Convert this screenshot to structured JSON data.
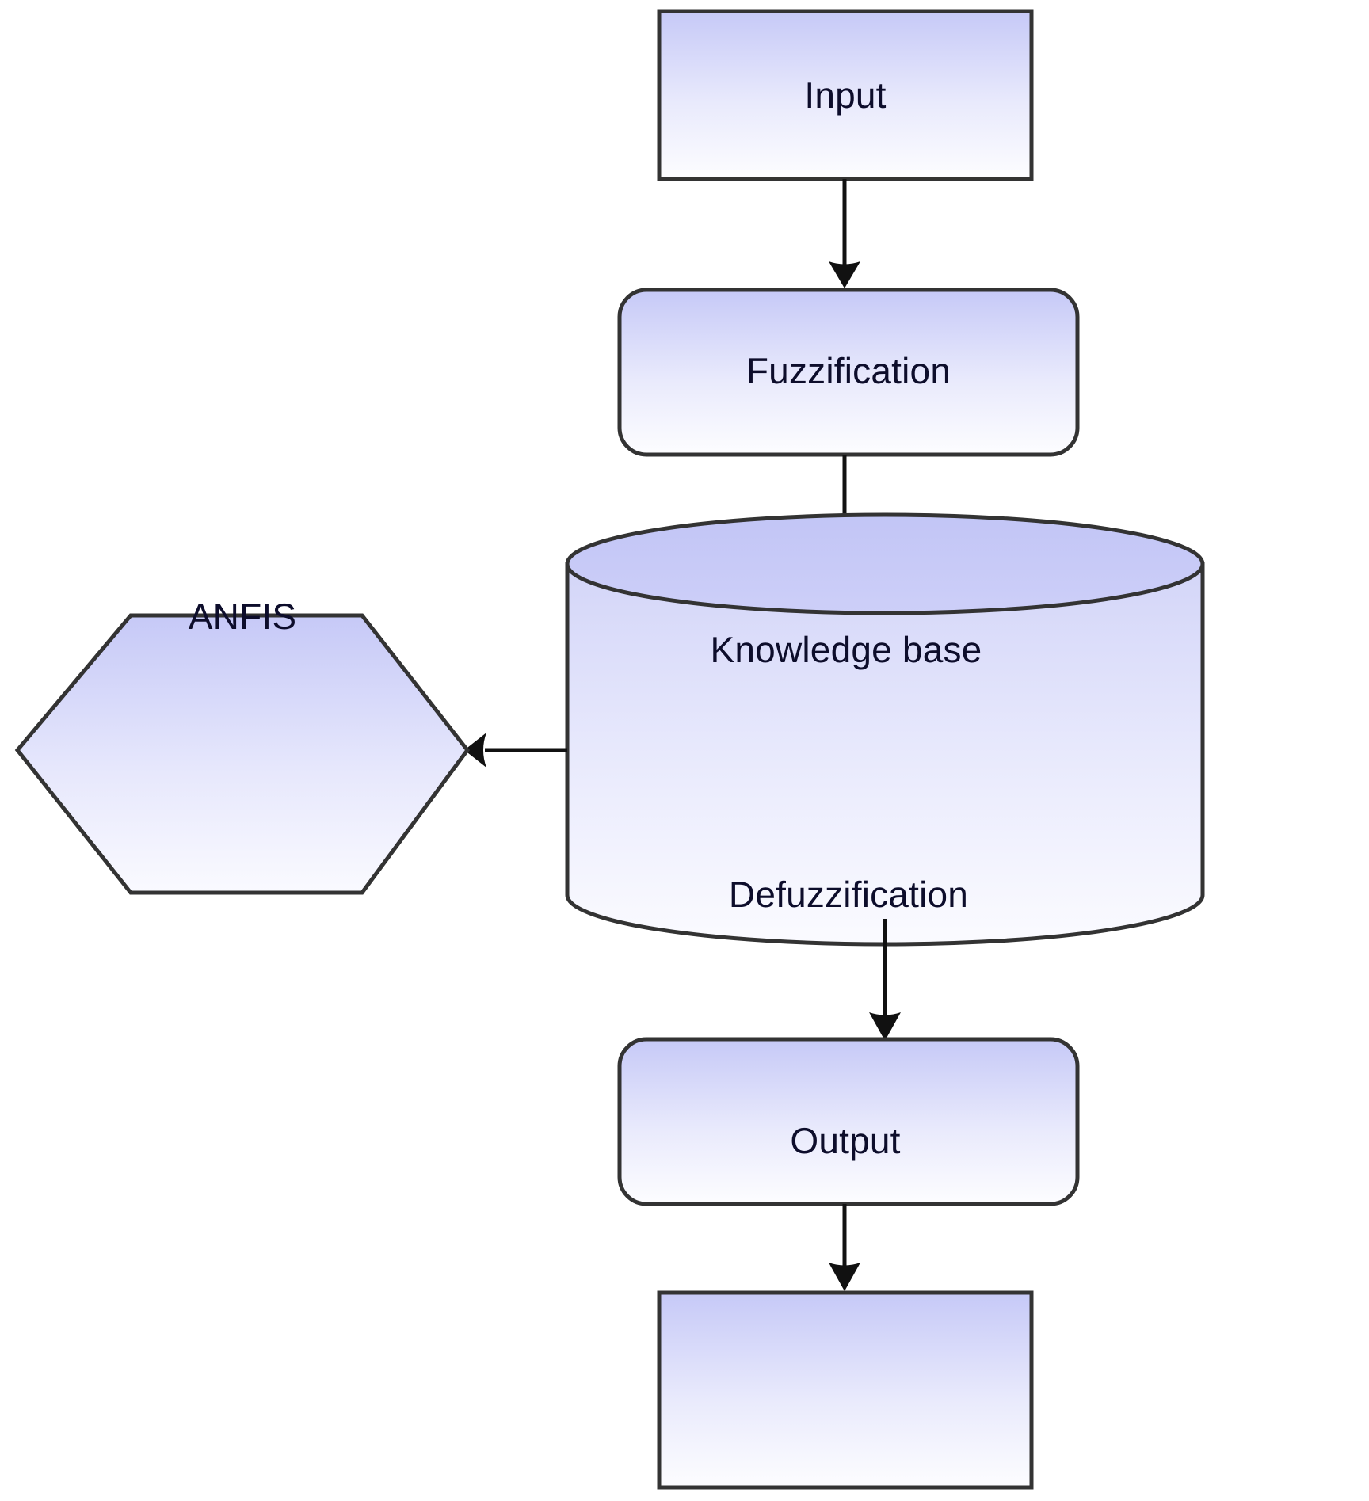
{
  "diagram": {
    "title": "ANFIS fuzzy inference system flowchart",
    "background_color": "#ffffff",
    "stroke_color": "#333333",
    "text_color": "#0d0d2b",
    "gradient_top_color": "#c9cbf6",
    "gradient_bottom_color": "#fbfbff",
    "nodes": [
      {
        "id": "input",
        "label": "Input",
        "shape": "rectangle"
      },
      {
        "id": "fuzzification",
        "label": "Fuzzification",
        "shape": "rounded-rectangle"
      },
      {
        "id": "knowledge_base",
        "label": "Knowledge base",
        "shape": "cylinder"
      },
      {
        "id": "anfis",
        "label": "ANFIS",
        "shape": "hexagon"
      },
      {
        "id": "defuzzification",
        "label": "Defuzzification",
        "shape": "rounded-rectangle"
      },
      {
        "id": "output",
        "label": "Output",
        "shape": "rectangle"
      }
    ],
    "edges": [
      {
        "id": "e1",
        "from": "input",
        "to": "fuzzification",
        "direction": "down",
        "arrowhead": "filled-triangle"
      },
      {
        "id": "e2",
        "from": "fuzzification",
        "to": "knowledge_base",
        "direction": "down",
        "arrowhead": "filled-triangle"
      },
      {
        "id": "e3",
        "from": "knowledge_base",
        "to": "anfis",
        "direction": "left",
        "arrowhead": "filled-triangle"
      },
      {
        "id": "e4",
        "from": "knowledge_base",
        "to": "defuzzification",
        "direction": "down",
        "arrowhead": "filled-triangle"
      },
      {
        "id": "e5",
        "from": "defuzzification",
        "to": "output",
        "direction": "down",
        "arrowhead": "filled-triangle"
      }
    ]
  }
}
